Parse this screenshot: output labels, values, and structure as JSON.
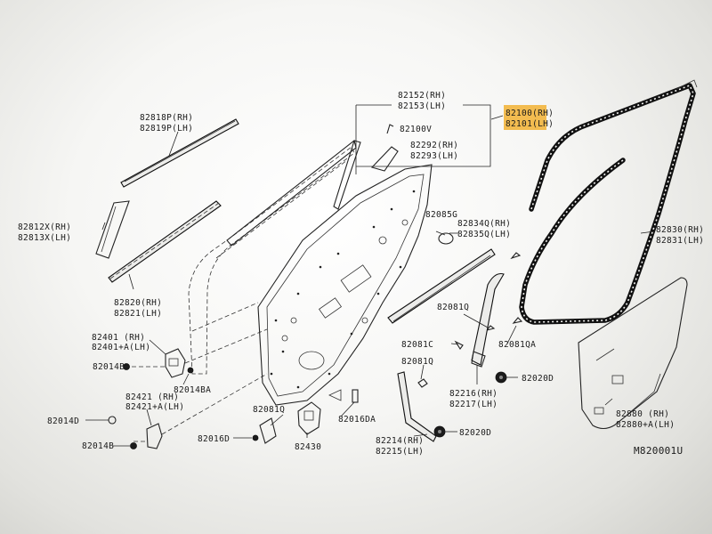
{
  "diagram_code": "M820001U",
  "colors": {
    "highlight": "#f2b233",
    "ink": "#1a1a1a"
  },
  "parts": {
    "p82818": [
      "82818P(RH)",
      "82819P(LH)"
    ],
    "p82812": [
      "82812X(RH)",
      "82813X(LH)"
    ],
    "p82820": [
      "82820(RH)",
      "82821(LH)"
    ],
    "p82152": [
      "82152(RH)",
      "82153(LH)"
    ],
    "p82100v": "82100V",
    "p82292": [
      "82292(RH)",
      "82293(LH)"
    ],
    "p82100": [
      "82100(RH)",
      "82101(LH)"
    ],
    "p82085g": "82085G",
    "p82834": [
      "82834Q(RH)",
      "82835Q(LH)"
    ],
    "p82830": [
      "82830(RH)",
      "82831(LH)"
    ],
    "p82081q_a": "82081Q",
    "p82081c": "82081C",
    "p82081qa": "82081QA",
    "p82081q_b": "82081Q",
    "p82401": [
      "82401 (RH)",
      "82401+A(LH)"
    ],
    "p82014b_a": "82014B",
    "p82014ba": "82014BA",
    "p82421": [
      "82421 (RH)",
      "82421+A(LH)"
    ],
    "p82014d": "82014D",
    "p82014b_b": "82014B",
    "p82081q_c": "82081Q",
    "p82016d": "82016D",
    "p82430": "82430",
    "p82016da": "82016DA",
    "p82216": [
      "82216(RH)",
      "82217(LH)"
    ],
    "p82020d_a": "82020D",
    "p82214": [
      "82214(RH)",
      "82215(LH)"
    ],
    "p82020d_b": "82020D",
    "p82880": [
      "82880 (RH)",
      "82880+A(LH)"
    ]
  }
}
